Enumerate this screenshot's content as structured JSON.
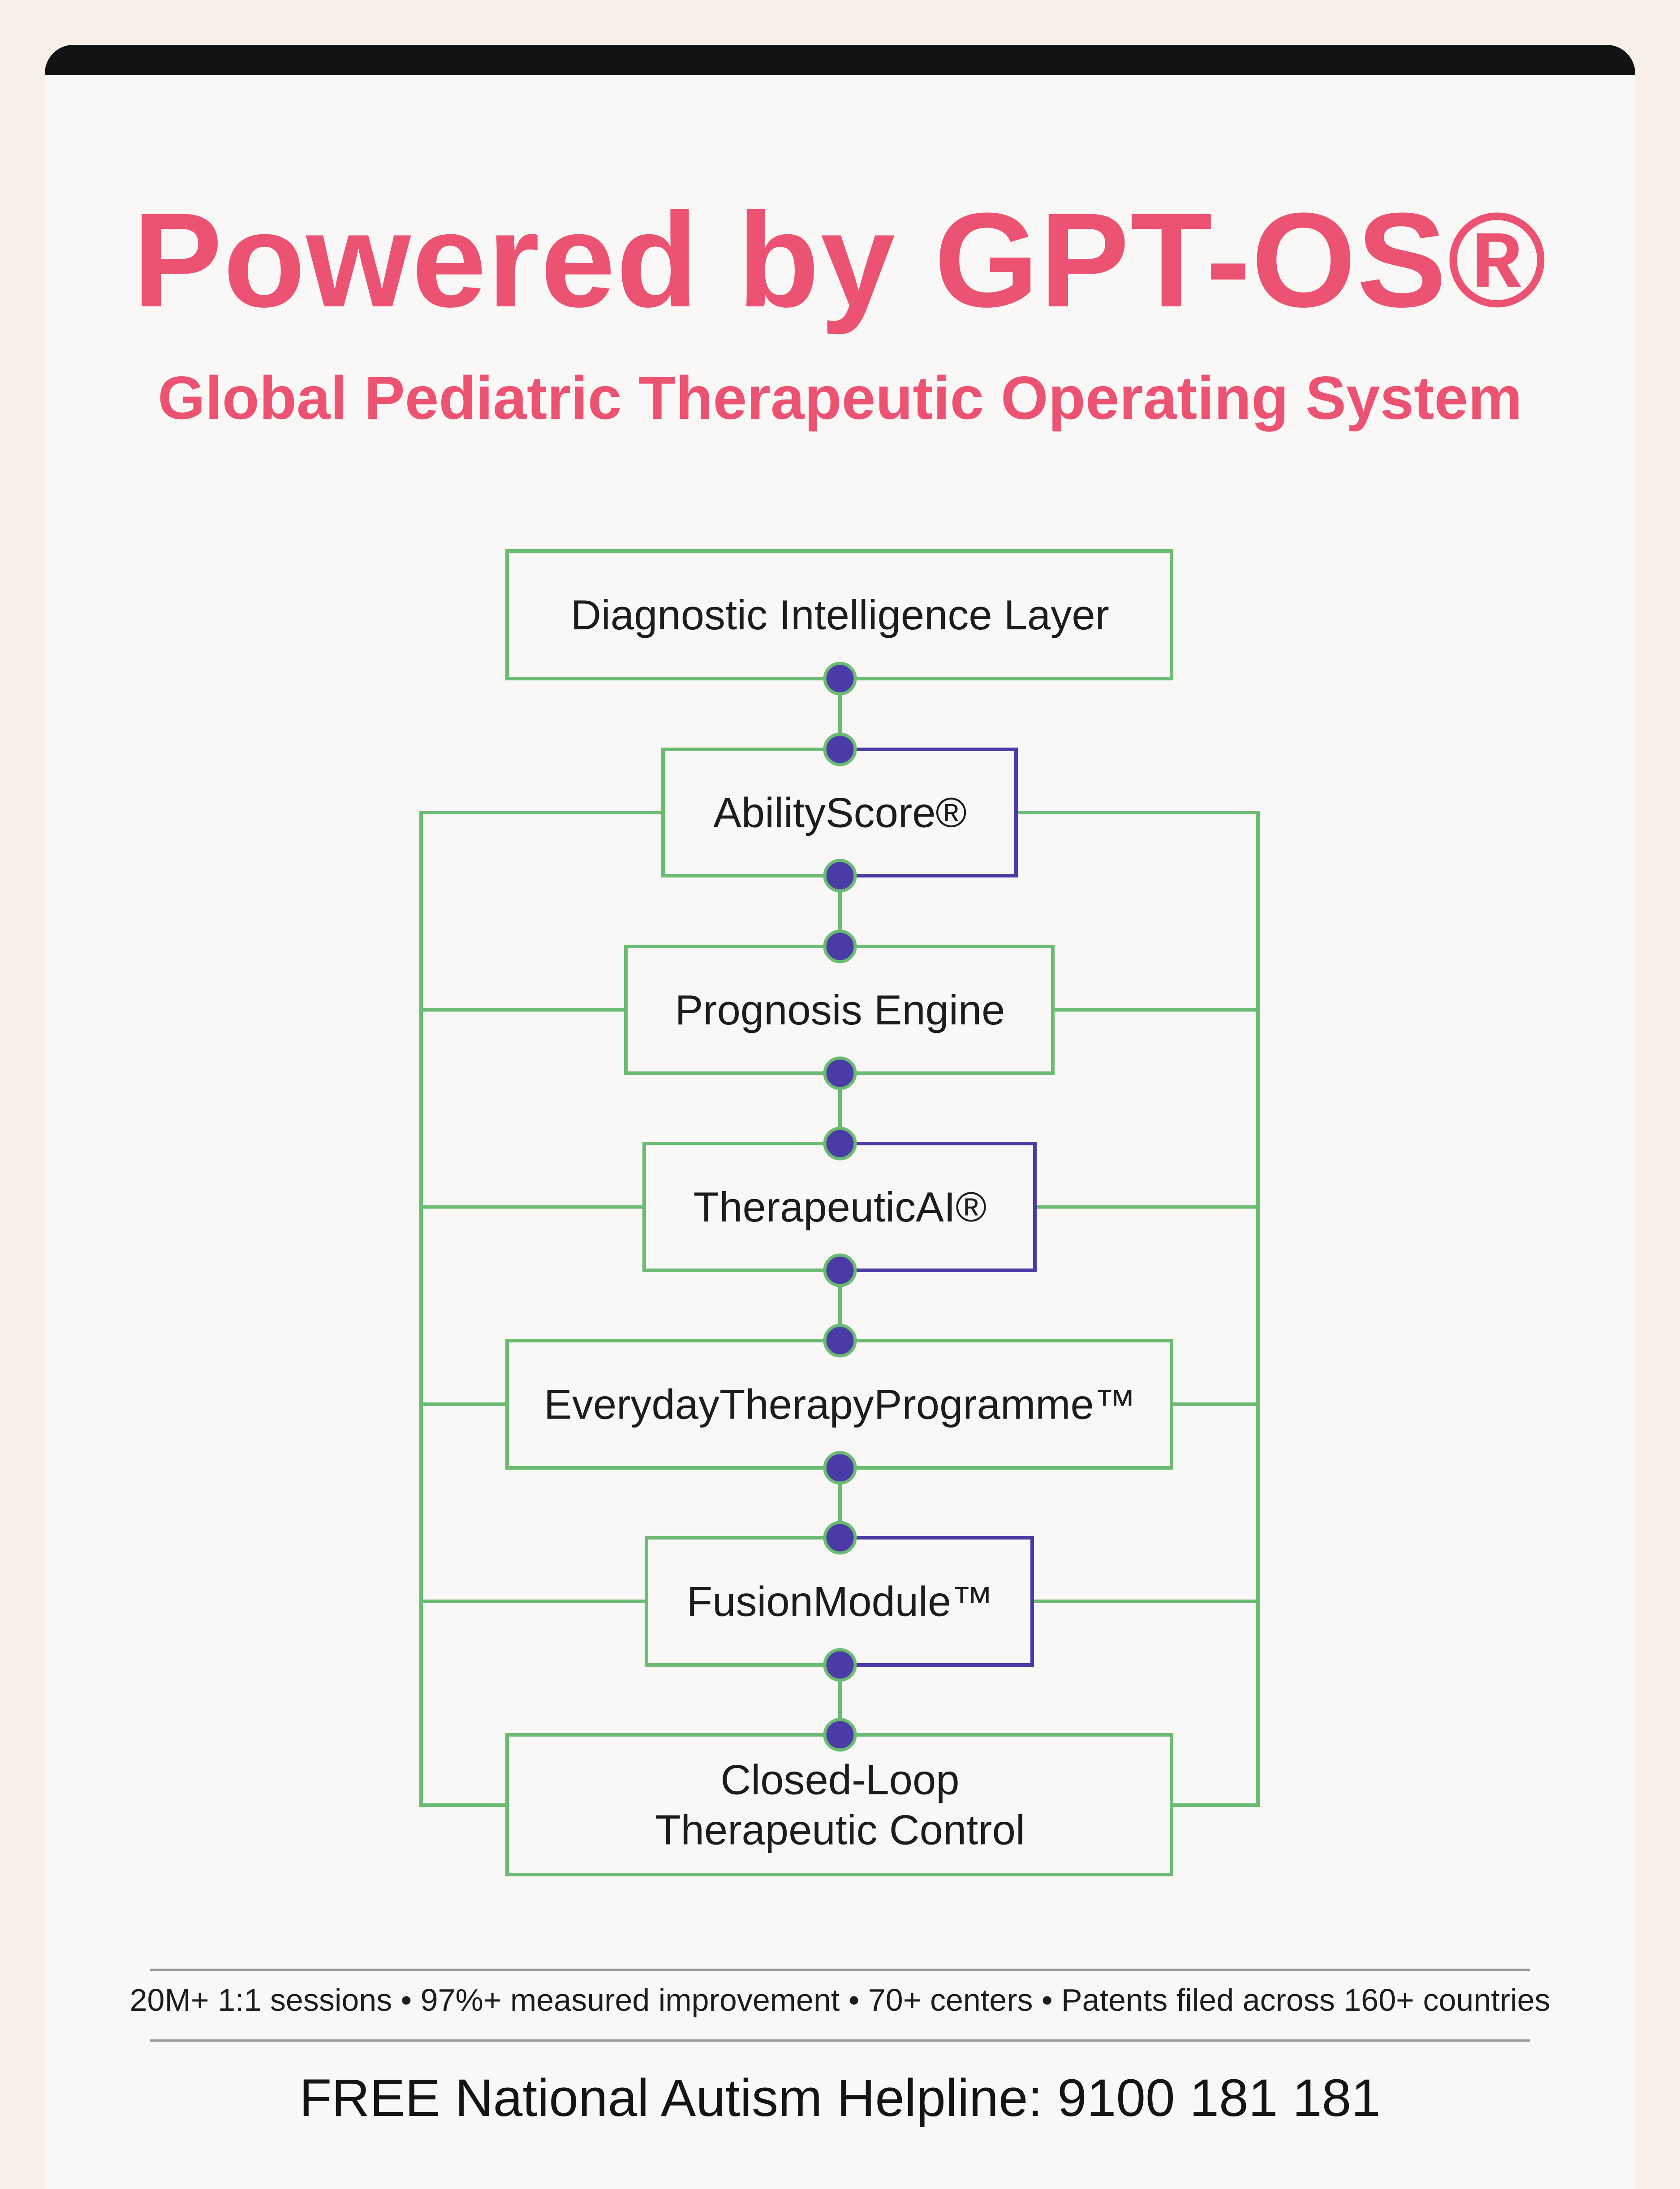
{
  "header": {
    "title": "Powered by GPT-OS®",
    "subtitle": "Global Pediatric Therapeutic Operating System"
  },
  "diagram": {
    "nodes": [
      {
        "id": "diagnostic",
        "lines": [
          "Diagnostic Intelligence Layer"
        ]
      },
      {
        "id": "abilityscore",
        "lines": [
          "AbilityScore®"
        ]
      },
      {
        "id": "prognosis",
        "lines": [
          "Prognosis Engine"
        ]
      },
      {
        "id": "therapeuticai",
        "lines": [
          "TherapeuticAI®"
        ]
      },
      {
        "id": "everyday",
        "lines": [
          "EverydayTherapyProgramme™"
        ]
      },
      {
        "id": "fusion",
        "lines": [
          "FusionModule™"
        ]
      },
      {
        "id": "closedloop",
        "lines": [
          "Closed-Loop",
          "Therapeutic Control"
        ]
      }
    ],
    "edges": [
      [
        "diagnostic",
        "abilityscore"
      ],
      [
        "abilityscore",
        "prognosis"
      ],
      [
        "prognosis",
        "therapeuticai"
      ],
      [
        "therapeuticai",
        "everyday"
      ],
      [
        "everyday",
        "fusion"
      ],
      [
        "fusion",
        "closedloop"
      ]
    ],
    "colors": {
      "border_green": "#6bbb72",
      "border_purple": "#4a3ba6",
      "connector_dot": "#4a3ba6"
    }
  },
  "footer": {
    "stats": "20M+ 1:1 sessions • 97%+ measured improvement • 70+ centers • Patents filed across 160+ countries",
    "helpline": "FREE National Autism Helpline: 9100 181 181"
  },
  "colors": {
    "accent": "#ec5272",
    "background": "#f8f0e8",
    "card": "#f9f8f6",
    "topbar": "#121212"
  }
}
